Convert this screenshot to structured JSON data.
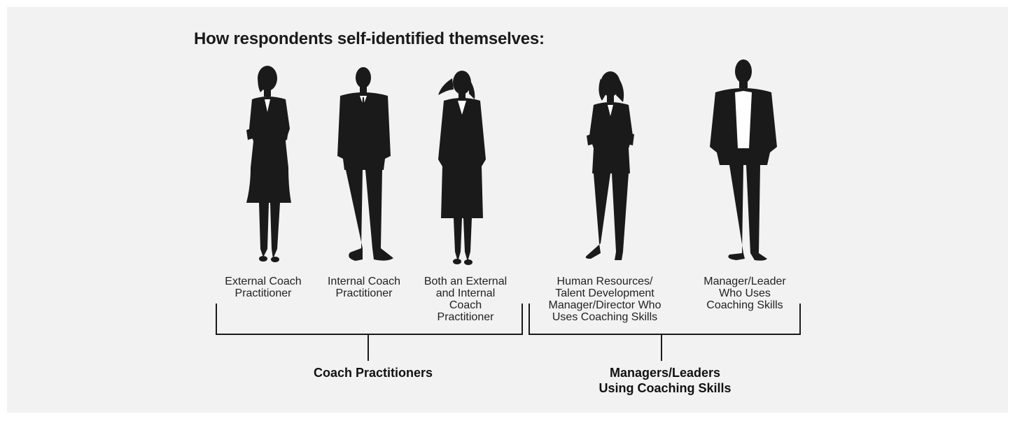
{
  "title": "How respondents self-identified themselves:",
  "figures": [
    {
      "caption_lines": [
        "External Coach",
        "Practitioner"
      ],
      "icon": "woman-silhouette-icon"
    },
    {
      "caption_lines": [
        "Internal Coach",
        "Practitioner"
      ],
      "icon": "man-silhouette-icon"
    },
    {
      "caption_lines": [
        "Both an External",
        "and Internal",
        "Coach",
        "Practitioner"
      ],
      "icon": "woman-silhouette-icon"
    },
    {
      "caption_lines": [
        "Human Resources/",
        "Talent Development",
        "Manager/Director Who",
        "Uses Coaching Skills"
      ],
      "icon": "woman-silhouette-icon"
    },
    {
      "caption_lines": [
        "Manager/Leader",
        "Who Uses",
        "Coaching Skills"
      ],
      "icon": "man-silhouette-icon"
    }
  ],
  "groups": [
    {
      "label_lines": [
        "Coach Practitioners"
      ]
    },
    {
      "label_lines": [
        "Managers/Leaders",
        "Using Coaching Skills"
      ]
    }
  ],
  "colors": {
    "background": "#f2f2f2",
    "silhouette": "#1a1a1a",
    "text": "#1a1a1a"
  }
}
